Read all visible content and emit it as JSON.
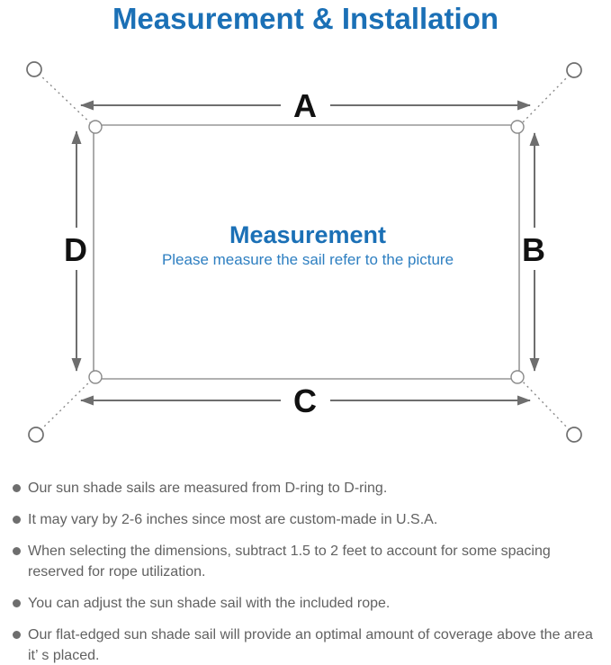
{
  "title": "Measurement & Installation",
  "diagram": {
    "side_a": "A",
    "side_b": "B",
    "side_c": "C",
    "side_d": "D",
    "center_title": "Measurement",
    "center_subtitle": "Please measure the sail refer to the picture"
  },
  "notes": [
    "Our sun shade sails are measured from D-ring to D-ring.",
    "It may vary by 2-6 inches since most are custom-made in U.S.A.",
    "When selecting the dimensions, subtract 1.5 to 2 feet to account for some spacing reserved for rope utilization.",
    "You can adjust the sun shade sail with the included rope.",
    "Our flat-edged sun shade sail will provide an optimal amount of coverage above the area it’ s placed."
  ],
  "colors": {
    "accent_blue": "#1b70b6",
    "subtitle_blue": "#2e7fc1",
    "text_gray": "#616161",
    "line_gray": "#979797",
    "arrow_gray": "#6e6e6e",
    "label_black": "#111111"
  }
}
